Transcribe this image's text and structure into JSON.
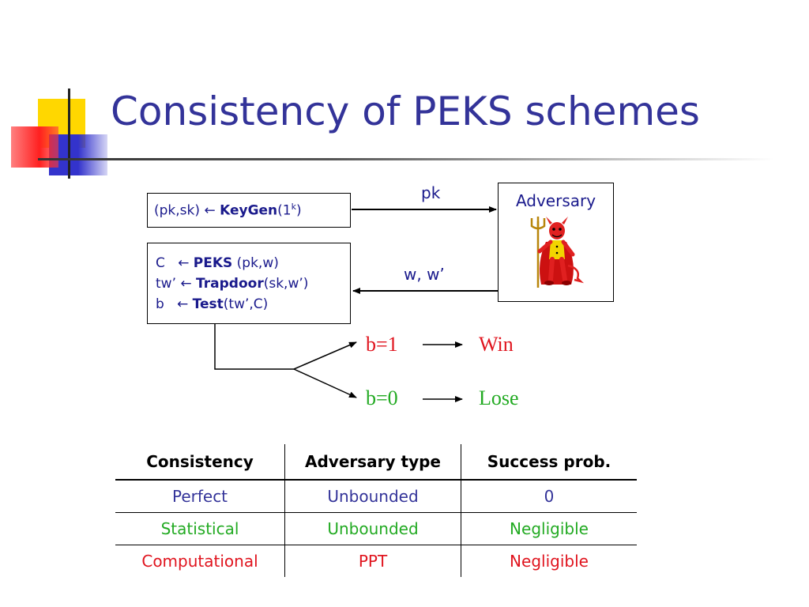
{
  "title": "Consistency of PEKS schemes",
  "diagram": {
    "keygen": {
      "lhs": "(pk,sk) ",
      "arrow": "←",
      "fn": "KeyGen",
      "args_open": "(1",
      "sup": "k",
      "args_close": ")"
    },
    "peks_row": {
      "lhs": "C   ",
      "arrow": "←",
      "fn": "PEKS",
      "args": " (pk,w)"
    },
    "trapdoor_row": {
      "lhs": "tw’ ",
      "arrow": "←",
      "fn": "Trapdoor",
      "args": "(sk,w’)"
    },
    "test_row": {
      "lhs": "b   ",
      "arrow": "←",
      "fn": "Test",
      "args": "(tw’,C)"
    },
    "adversary": "Adversary",
    "pk_label": "pk",
    "w_label": "w, w’",
    "b1": "b=1",
    "b0": "b=0",
    "win": "Win",
    "lose": "Lose",
    "colors": {
      "win": "#e0141e",
      "lose": "#22aa22",
      "text": "#1a1a8c"
    }
  },
  "table": {
    "headers": [
      "Consistency",
      "Adversary type",
      "Success prob."
    ],
    "rows": [
      {
        "cells": [
          "Perfect",
          "Unbounded",
          "0"
        ],
        "color": "#333399"
      },
      {
        "cells": [
          "Statistical",
          "Unbounded",
          "Negligible"
        ],
        "color": "#22aa22"
      },
      {
        "cells": [
          "Computational",
          "PPT",
          "Negligible"
        ],
        "color": "#e0141e"
      }
    ]
  }
}
